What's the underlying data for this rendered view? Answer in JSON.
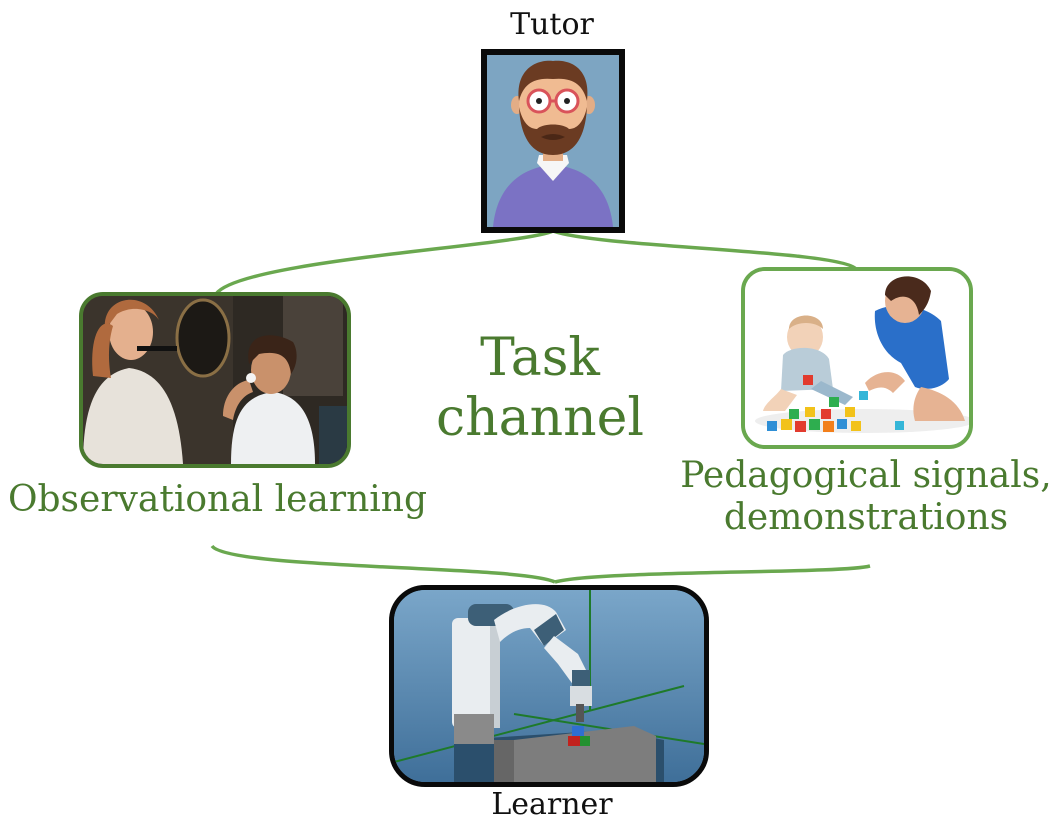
{
  "diagram": {
    "tutor_label": "Tutor",
    "learner_label": "Learner",
    "center_label_line1": "Task",
    "center_label_line2": "channel",
    "left_label": "Observational learning",
    "right_label_line1": "Pedagogical signals,",
    "right_label_line2": "demonstrations"
  },
  "colors": {
    "accent_green": "#4a7a2f",
    "connector_green": "#6aa84f",
    "tutor_bg": "#7da5c2",
    "sweater": "#7b72c4"
  },
  "icons": {
    "tutor": "tutor-avatar-icon",
    "left_photo": "mother-child-brushing-teeth-photo",
    "right_photo": "mother-baby-blocks-photo",
    "learner": "robot-arm-simulation-icon"
  }
}
